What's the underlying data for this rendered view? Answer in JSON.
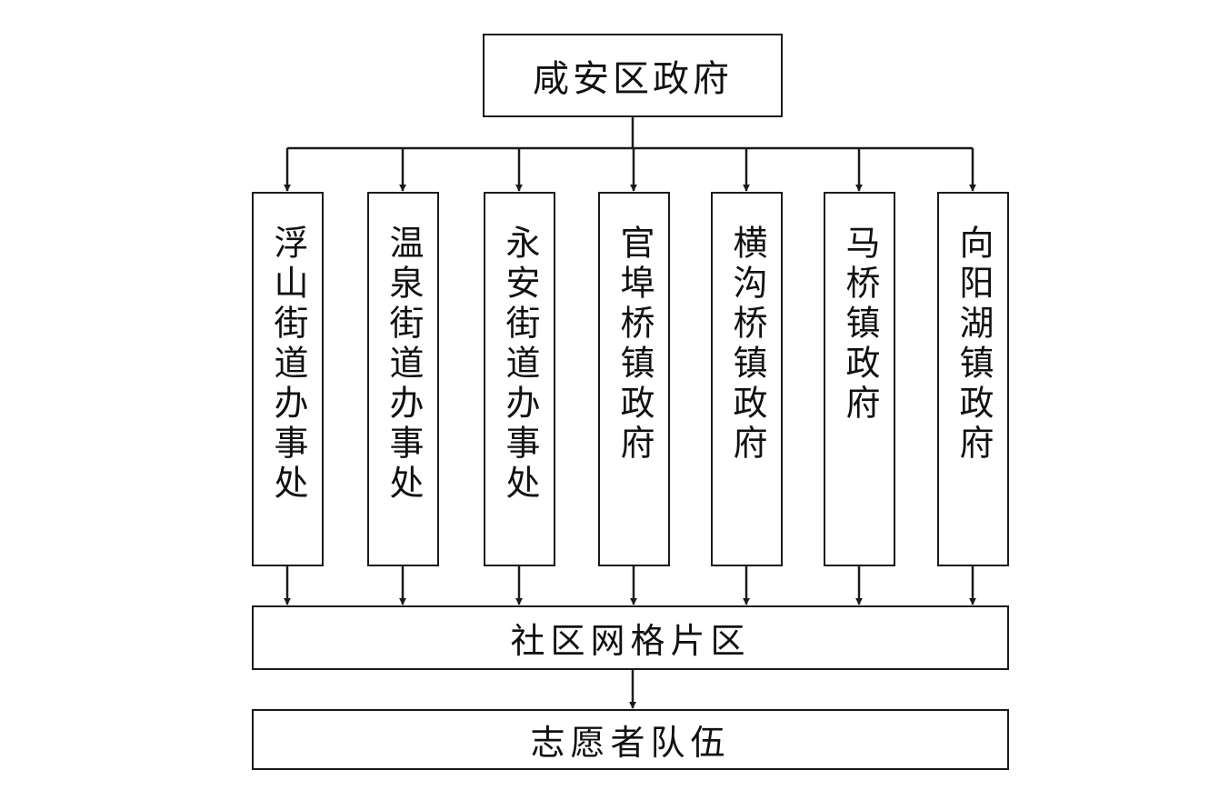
{
  "diagram": {
    "top_node": {
      "label": "咸安区政府"
    },
    "units": [
      {
        "label": "浮山街道办事处"
      },
      {
        "label": "温泉街道办事处"
      },
      {
        "label": "永安街道办事处"
      },
      {
        "label": "官埠桥镇政府"
      },
      {
        "label": "横沟桥镇政府"
      },
      {
        "label": "马桥镇政府"
      },
      {
        "label": "向阳湖镇政府"
      }
    ],
    "grid_node": {
      "label": "社区网格片区"
    },
    "volunteer_node": {
      "label": "志愿者队伍"
    },
    "line_color": "#1a1a1a"
  }
}
